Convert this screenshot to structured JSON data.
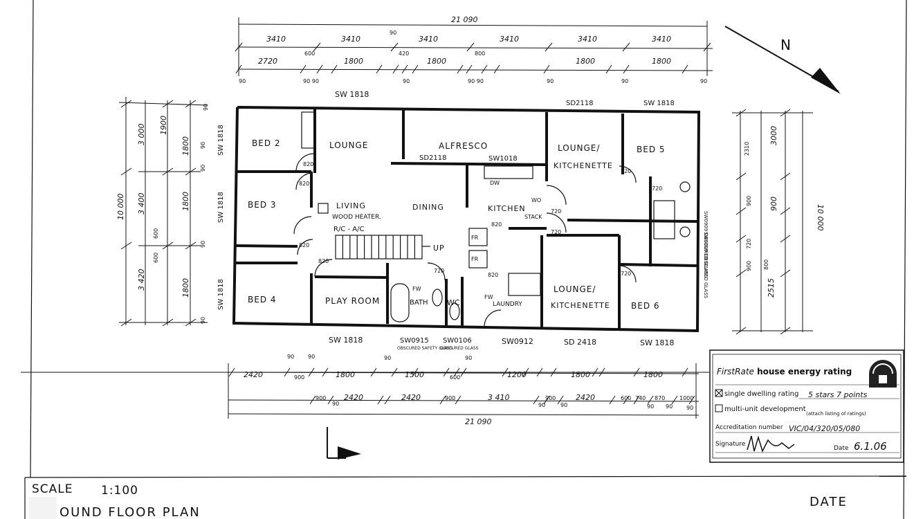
{
  "plan": {
    "total_width_top": "21 090",
    "total_width_bottom": "21 090",
    "top_row1": [
      "3410",
      "3410",
      "3410",
      "3410",
      "3410",
      "3410"
    ],
    "top_90": "90",
    "top_row2": [
      "2720",
      "600",
      "1800",
      "420",
      "1800",
      "800",
      "1800",
      "1800"
    ],
    "top_row3": [
      "90",
      "90 90",
      "90",
      "90 90",
      "90",
      "90",
      "90"
    ],
    "left_outer": "10 000",
    "left_mid": [
      "3 000",
      "3 400",
      "3 420"
    ],
    "left_inner1": [
      "1900",
      "1800",
      "1800"
    ],
    "left_600": [
      "600",
      "600"
    ],
    "left_90": [
      "90",
      "90",
      "90",
      "90",
      "90"
    ],
    "right_outer": "10 000",
    "right_mid": [
      "3000",
      "900",
      "2515"
    ],
    "right_inner": [
      "2310",
      "900",
      "720",
      "900",
      "800"
    ],
    "bottom_row1": [
      "2420",
      "900",
      "1800",
      "1500",
      "600",
      "1200",
      "1800",
      "1800"
    ],
    "bottom_row2": [
      "900",
      "2420",
      "2420",
      "900",
      "3 410",
      "900",
      "2420",
      "600",
      "740",
      "870",
      "1000"
    ],
    "bottom_90": [
      "90",
      "90",
      "90",
      "90",
      "90",
      "90",
      "90",
      "90",
      "90",
      "90"
    ],
    "windows": {
      "top_left": "SW 1818",
      "top_right1": "SD2118",
      "top_right2": "SW 1818",
      "left1": "SW 1818",
      "left2": "SW 1818",
      "left3": "SW 1818",
      "inner1": "SD2118",
      "inner2": "SW1018",
      "right1": "SW0909 OBSCURED GLASS",
      "right2": "SW0909 OBSCURED GLASS",
      "bottom1": "SW 1818",
      "bottom2": "SW0915",
      "bottom2_note": "OBSCURED SAFETY GLASS",
      "bottom3": "SW0106",
      "bottom3_note": "OBSCURED GLASS",
      "bottom4": "SW0912",
      "bottom5": "SD 2418",
      "bottom6": "SW 1818"
    },
    "doors": [
      "820",
      "820",
      "820",
      "820",
      "820",
      "720",
      "720",
      "720",
      "720",
      "720",
      "720",
      "820"
    ],
    "rooms": {
      "bed2": "BED 2",
      "lounge": "LOUNGE",
      "alfresco": "ALFRESCO",
      "lounge_kitchenette1_a": "LOUNGE/",
      "lounge_kitchenette1_b": "KITCHENETTE",
      "bed5": "BED 5",
      "bed3": "BED 3",
      "living": "LIVING",
      "wood_heater": "WOOD HEATER.",
      "rc_ac": "R/C - A/C",
      "dining": "DINING",
      "kitchen": "KITCHEN",
      "up": "UP",
      "bed4": "BED 4",
      "play_room": "PLAY ROOM",
      "bath": "BATH",
      "wc": "WC",
      "laundry": "LAUNDRY",
      "fw1": "FW",
      "fw2": "FW",
      "fr1": "FR",
      "fr2": "FR",
      "dw": "DW",
      "wo": "WO",
      "stack": "STACK",
      "lounge_kitchenette2_a": "LOUNGE/",
      "lounge_kitchenette2_b": "KITCHENETTE",
      "bed6": "BED 6"
    },
    "north": "N"
  },
  "rating": {
    "title_brand": "FirstRate",
    "title_rest": " house energy rating",
    "single_label": "single dwelling rating",
    "single_value": "5 stars  7  points",
    "multi_label": "multi-unit development",
    "multi_note": "(attach listing of ratings)",
    "accreditation_label": "Accreditation number",
    "accreditation_value": "VIC/04/320/05/080",
    "signature_label": "Signature",
    "date_label": "Date",
    "date_value": "6.1.06"
  },
  "title_block": {
    "scale_label": "SCALE",
    "scale_value": "1:100",
    "plan_title": "OUND FLOOR PLAN",
    "date_label": "DATE"
  }
}
